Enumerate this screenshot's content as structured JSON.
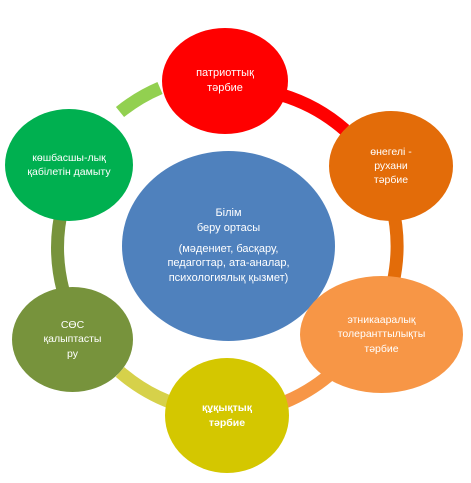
{
  "center": {
    "line1": "Білім",
    "line2": "беру ортасы",
    "line3": "(мәдениет,  басқару,",
    "line4": "педагогтар, ата-аналар,",
    "line5": "психологиялық  қызмет)",
    "color": "#4F81BD"
  },
  "nodes": [
    {
      "id": "patriotic",
      "line1": "патриоттық",
      "line2": "тәрбие",
      "color": "#FF0000",
      "arc_color": "#FF0000"
    },
    {
      "id": "moral",
      "line1": "өнегелі -",
      "line2": "рухани",
      "line3": "тәрбие",
      "color": "#E36C09",
      "arc_color": "#E36C09"
    },
    {
      "id": "ethnic",
      "line1": "этникааралық",
      "line2": "толеранттылықты",
      "line3": "тәрбие",
      "color": "#F79646",
      "arc_color": "#F79646"
    },
    {
      "id": "legal",
      "line1": "құқықтық",
      "line2": "тәрбие",
      "color": "#D4C700",
      "arc_color": "#D6D14A"
    },
    {
      "id": "sos",
      "line1": "СӨС",
      "line2": "қалыптасты",
      "line3": "ру",
      "color": "#77933C",
      "arc_color": "#77933C"
    },
    {
      "id": "leadership",
      "line1": "көшбасшы-лық",
      "line2": "қабілетін дамыту",
      "color": "#00B050",
      "arc_color": "#92D050"
    }
  ]
}
